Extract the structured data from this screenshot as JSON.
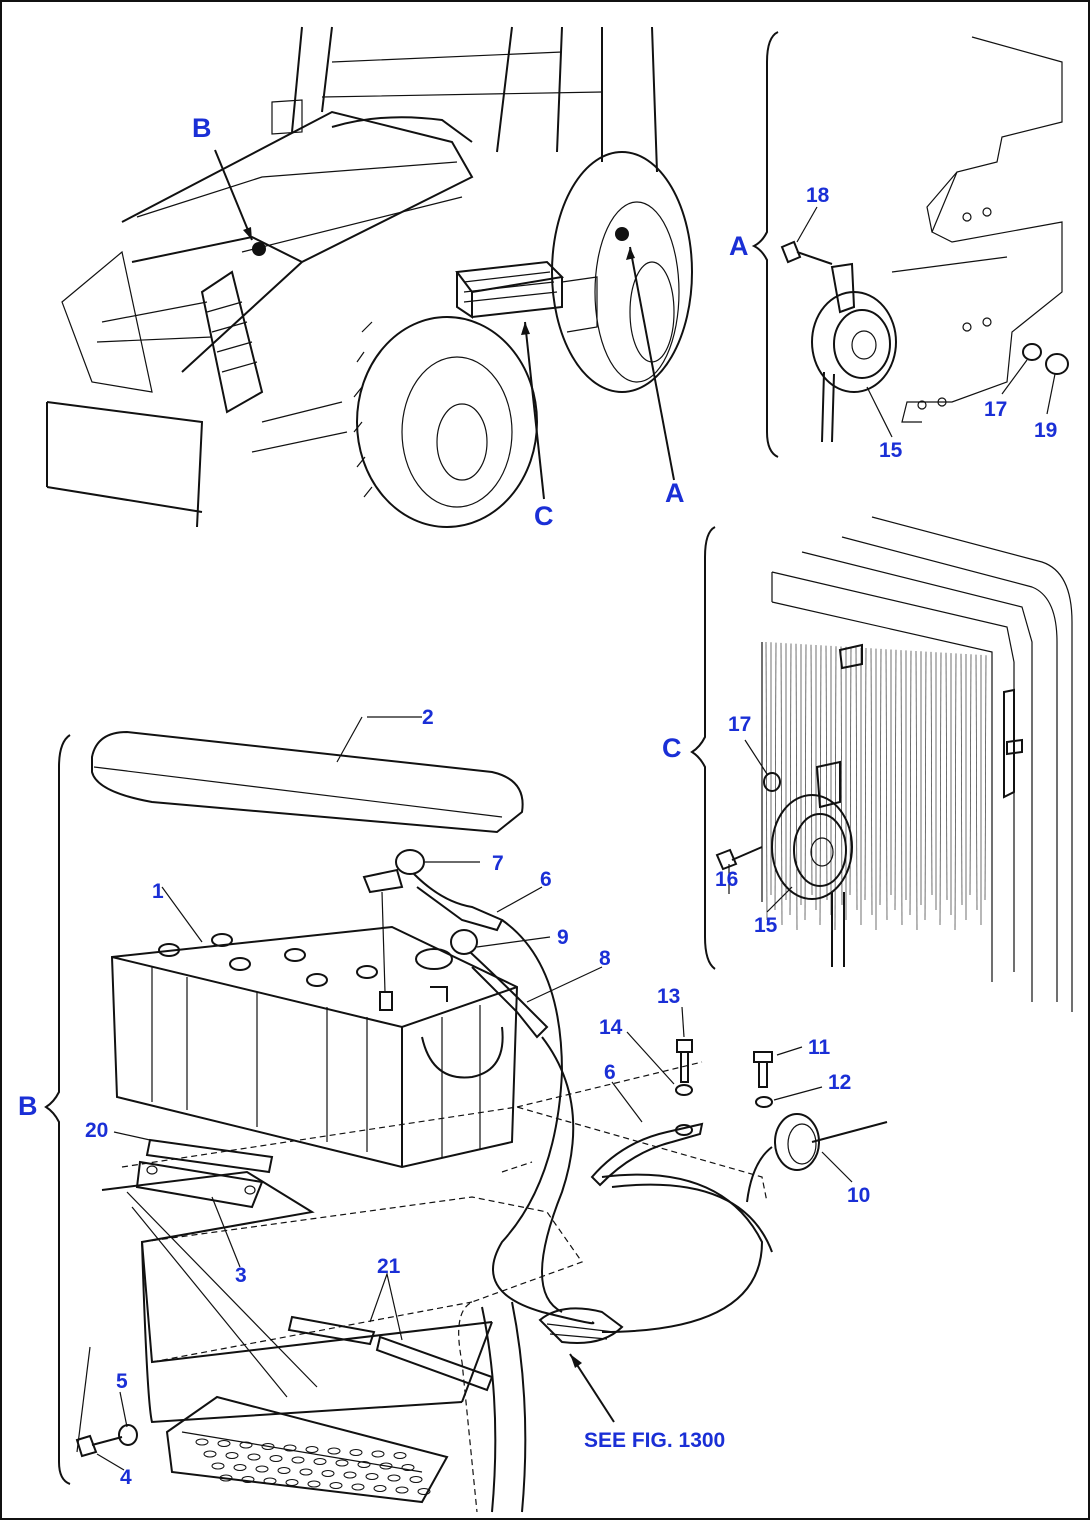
{
  "colors": {
    "label": "#1a2fd6",
    "line": "#111111",
    "background": "#ffffff"
  },
  "views": {
    "A": "A",
    "B": "B",
    "C": "C"
  },
  "callouts": {
    "p1": "1",
    "p2": "2",
    "p3": "3",
    "p4": "4",
    "p5": "5",
    "p6a": "6",
    "p6b": "6",
    "p7": "7",
    "p8": "8",
    "p9": "9",
    "p10": "10",
    "p11": "11",
    "p12": "12",
    "p13": "13",
    "p14": "14",
    "p15a": "15",
    "p15c": "15",
    "p16": "16",
    "p17a": "17",
    "p17c": "17",
    "p18": "18",
    "p19": "19",
    "p20": "20",
    "p21": "21"
  },
  "reference": "SEE FIG. 1300"
}
